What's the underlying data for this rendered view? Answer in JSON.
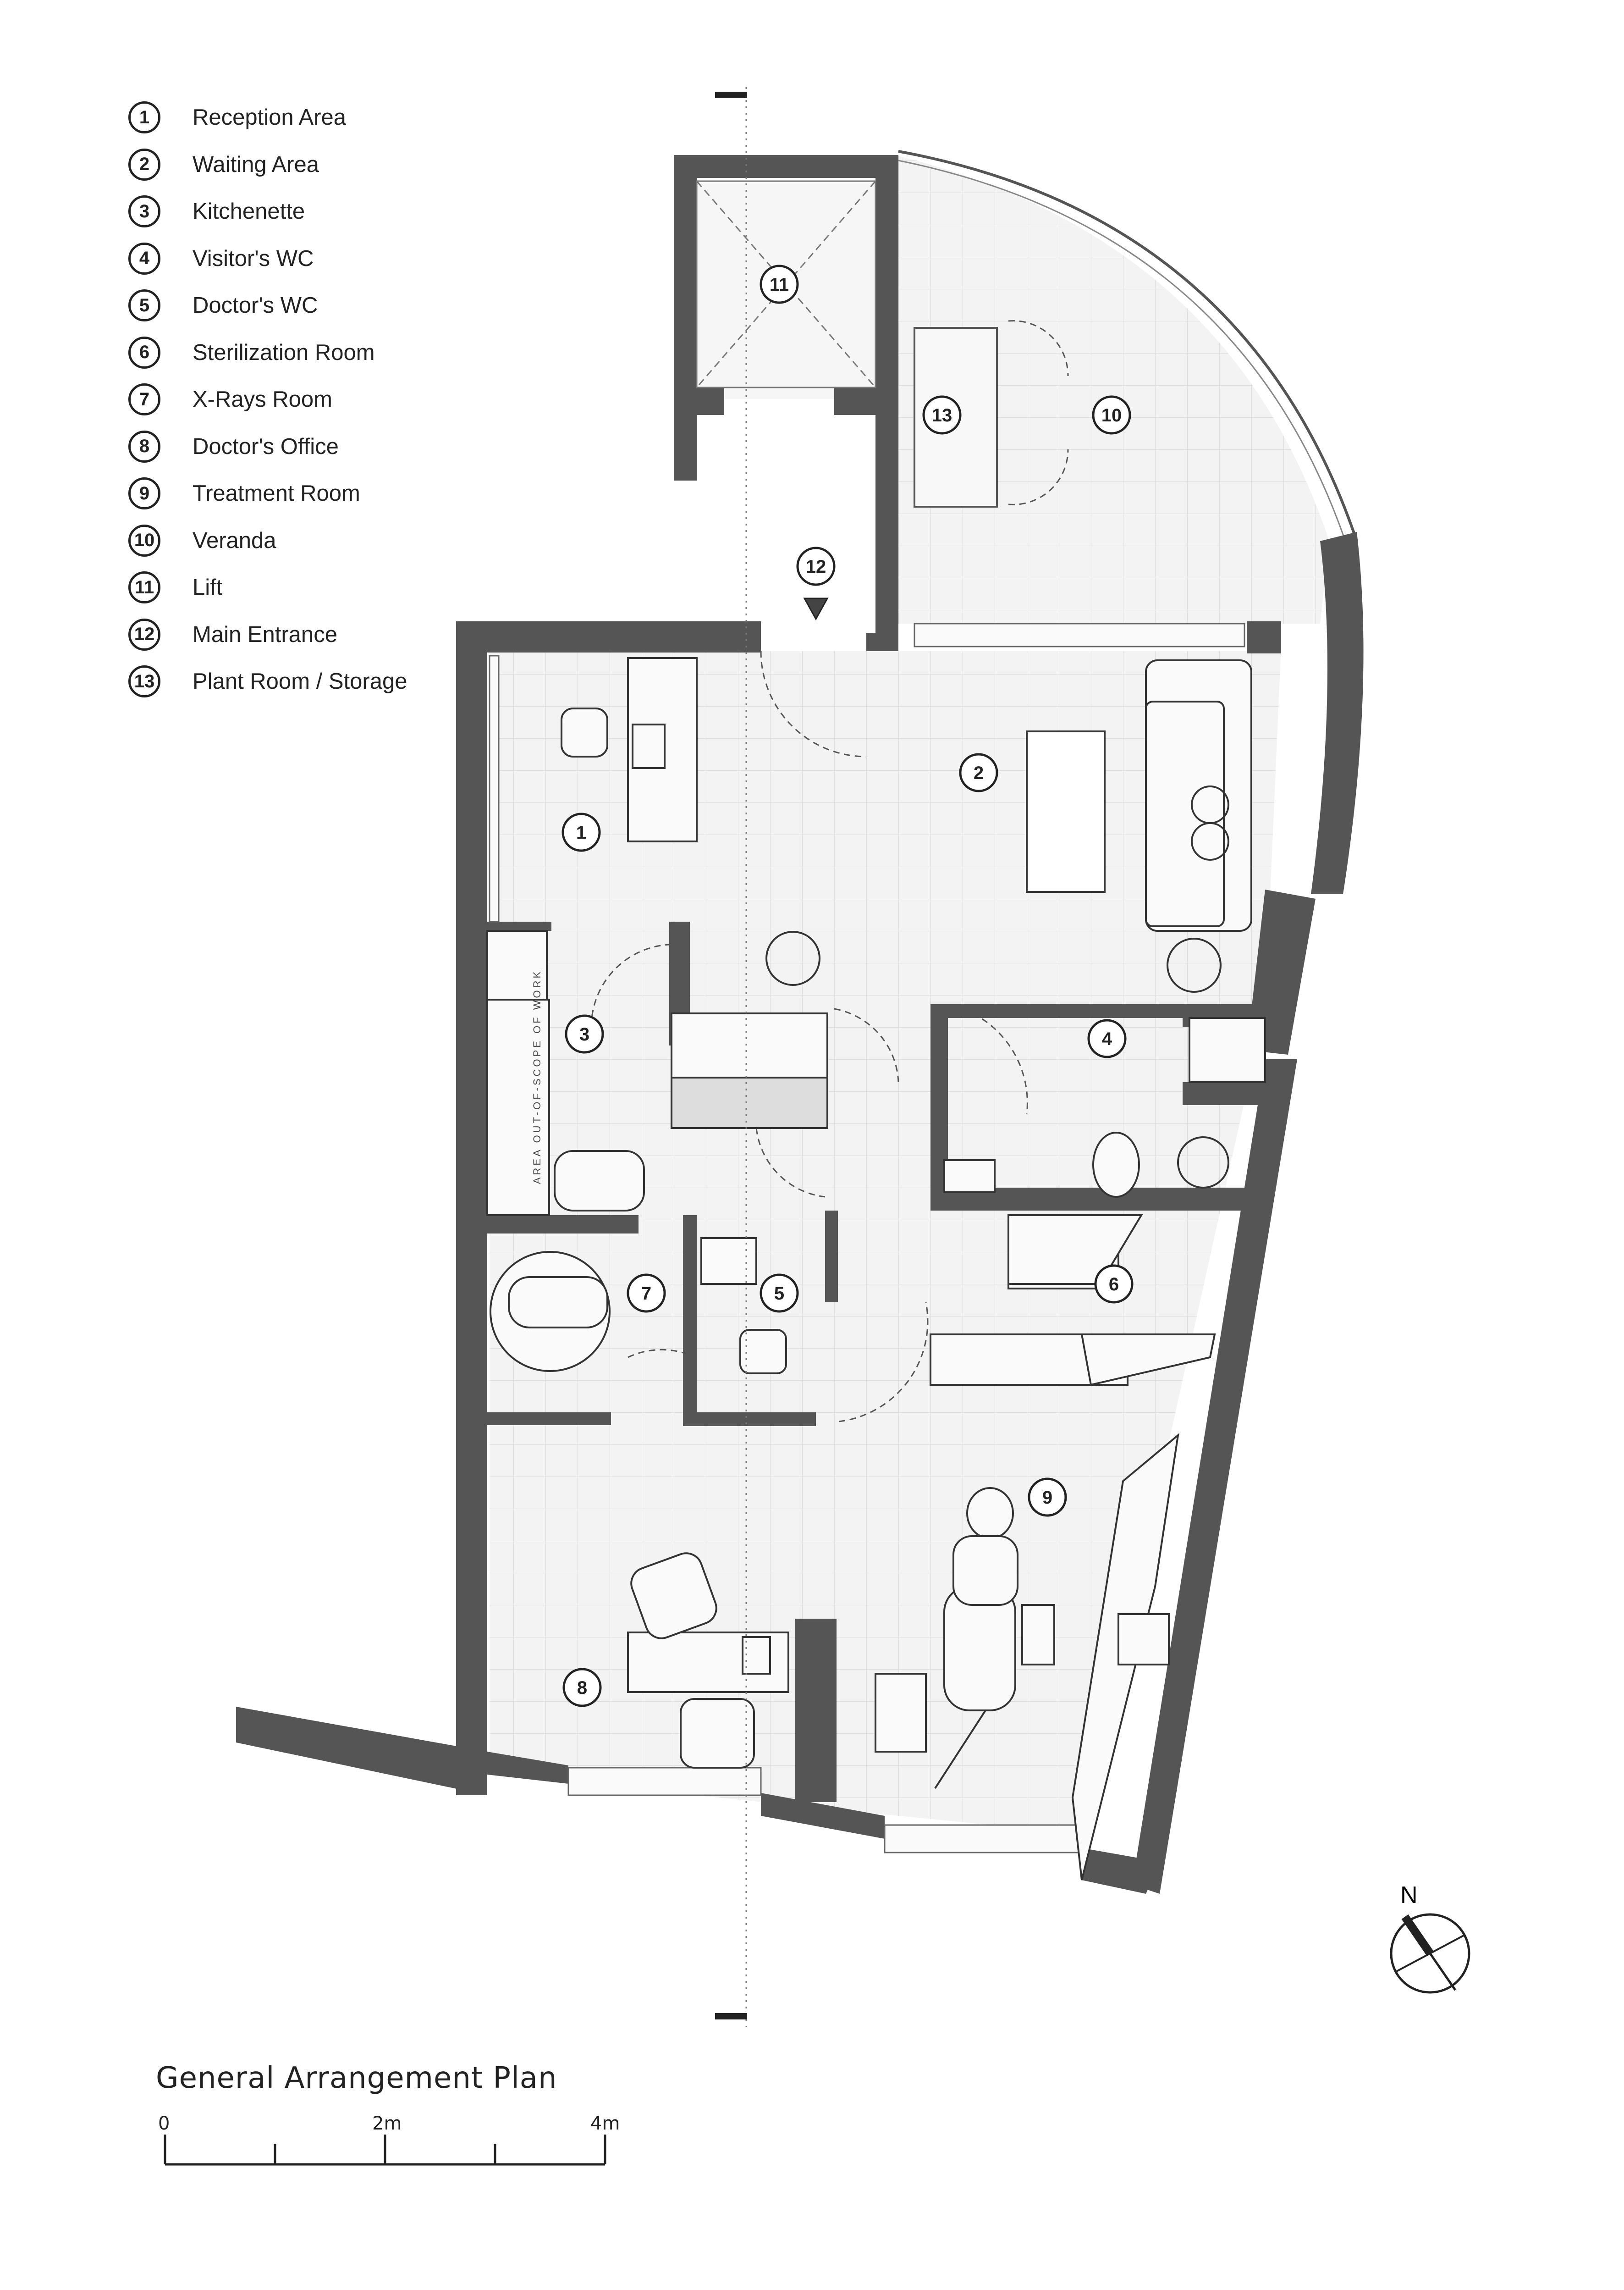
{
  "legend": [
    {
      "num": "1",
      "label": "Reception Area"
    },
    {
      "num": "2",
      "label": "Waiting Area"
    },
    {
      "num": "3",
      "label": "Kitchenette"
    },
    {
      "num": "4",
      "label": "Visitor's WC"
    },
    {
      "num": "5",
      "label": "Doctor's WC"
    },
    {
      "num": "6",
      "label": "Sterilization Room"
    },
    {
      "num": "7",
      "label": "X-Rays Room"
    },
    {
      "num": "8",
      "label": "Doctor's Office"
    },
    {
      "num": "9",
      "label": "Treatment Room"
    },
    {
      "num": "10",
      "label": "Veranda"
    },
    {
      "num": "11",
      "label": "Lift"
    },
    {
      "num": "12",
      "label": "Main Entrance"
    },
    {
      "num": "13",
      "label": "Plant Room / Storage"
    }
  ],
  "title": "General Arrangement Plan",
  "scale": {
    "start": "0",
    "mid": "2m",
    "end": "4m"
  },
  "side_note": "AREA OUT-OF-SCOPE OF WORK",
  "north_label": "N",
  "colors": {
    "wall": "#555555",
    "floor": "#f1f1f1",
    "line": "#333333"
  }
}
